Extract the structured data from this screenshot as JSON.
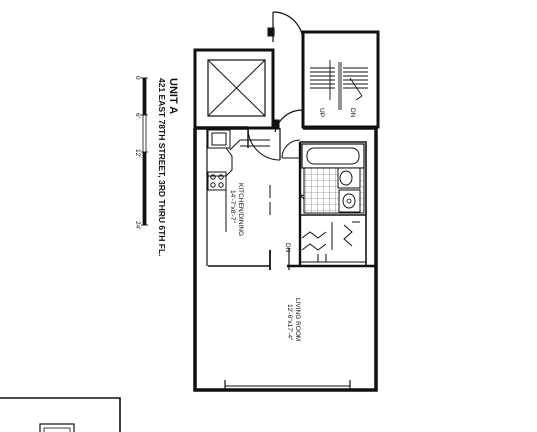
{
  "title": {
    "unit": "UNIT A",
    "address": "421 EAST 78TH STREET, 3RD THRU 6TH FL."
  },
  "scale_bar": {
    "ticks": [
      "0",
      "6'",
      "12'",
      "24'"
    ]
  },
  "rooms": {
    "kitchen_name": "KITCHEN/DINING",
    "kitchen_dim": "14'-7\"x8'-7\"",
    "living_name": "LIVING ROOM",
    "living_dim": "12'-6\"x17'-4\""
  },
  "stairs": {
    "up": "UP",
    "dn": "DN"
  },
  "step_down": "DN",
  "colors": {
    "ink": "#111111",
    "paper": "#ffffff"
  }
}
